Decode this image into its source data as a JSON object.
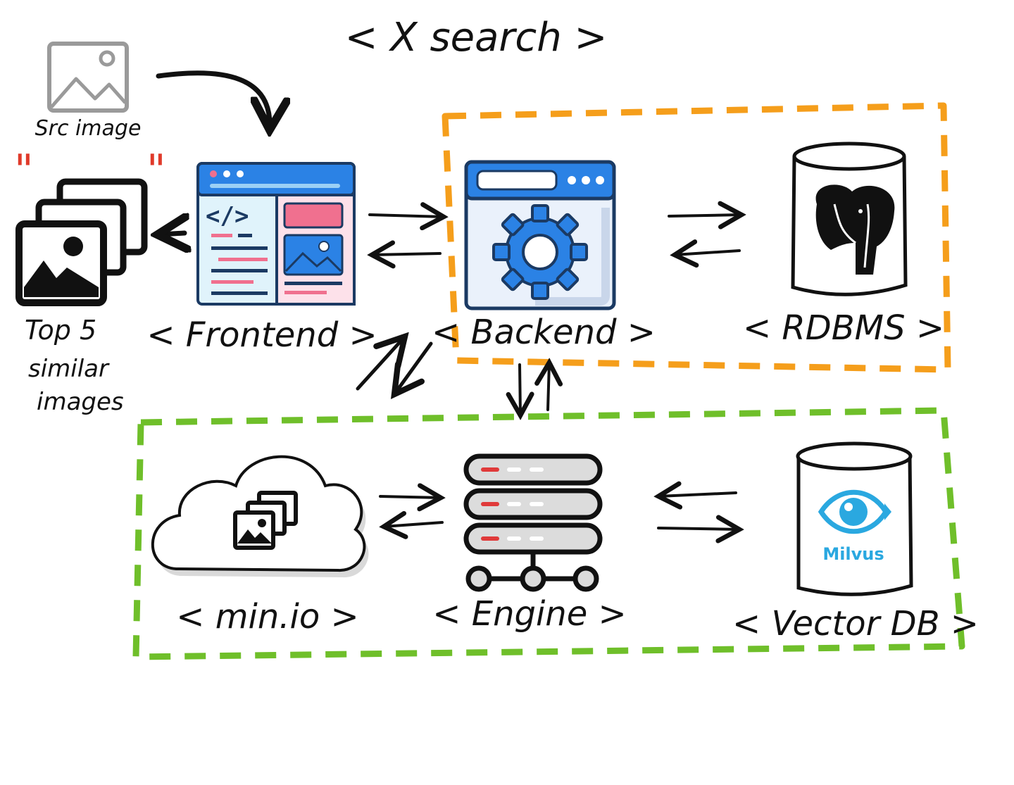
{
  "title": "< X search >",
  "labels": {
    "src_image": "Src image",
    "top5_line1": "Top 5",
    "top5_line2": "similar",
    "top5_line3": "images",
    "frontend": "< Frontend >",
    "backend": "< Backend >",
    "rdbms": "< RDBMS >",
    "minio": "< min.io >",
    "engine": "< Engine >",
    "vectordb": "< Vector DB >",
    "milvus": "Milvus",
    "quote_marks": "\"   \""
  },
  "colors": {
    "orange_box": "#f59e1b",
    "green_box": "#6fbf2a",
    "ink": "#111111",
    "icon_blue": "#1f7ae0",
    "icon_dark": "#1b3a63",
    "pink": "#f0708f",
    "milvus_blue": "#2aa8e0",
    "quote_red": "#e03a2a"
  },
  "icons": {
    "src_image": "image-placeholder-icon",
    "top5": "image-stack-icon",
    "frontend": "web-browser-code-icon",
    "backend": "browser-gear-icon",
    "rdbms": "postgresql-elephant-icon",
    "minio": "cloud-images-icon",
    "engine": "server-rack-icon",
    "vectordb": "milvus-eye-icon"
  }
}
